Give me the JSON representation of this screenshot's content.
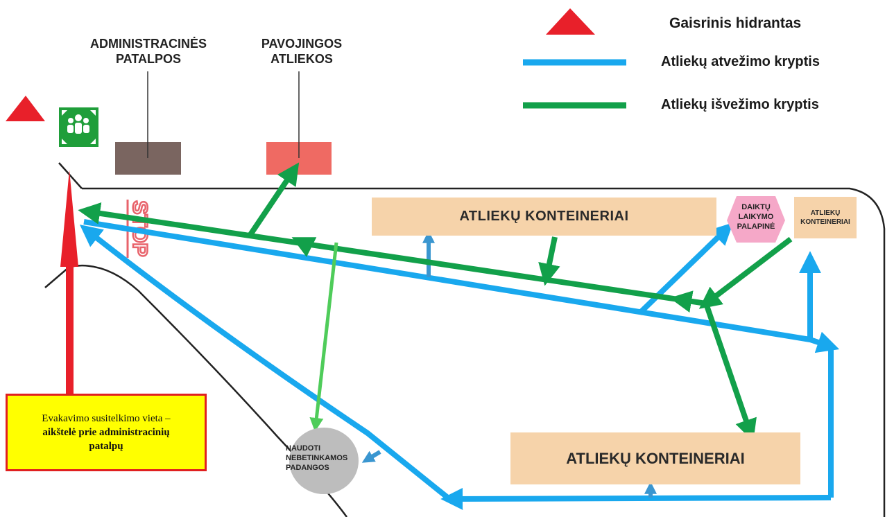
{
  "legend": {
    "hydrant_label": "Gaisrinis hidrantas",
    "inbound_label": "Atliekų atvežimo kryptis",
    "outbound_label": "Atliekų išvežimo kryptis"
  },
  "labels": {
    "admin_line1": "ADMINISTRACINĖS",
    "admin_line2": "PATALPOS",
    "hazard_line1": "PAVOJINGOS",
    "hazard_line2": "ATLIEKOS",
    "stop_sign": "STOP"
  },
  "boxes": {
    "containers_top": "ATLIEKŲ KONTEINERIAI",
    "storage_tent_line1": "DAIKTŲ",
    "storage_tent_line2": "LAIKYMO",
    "storage_tent_line3": "PALAPINĖ",
    "containers_small_line1": "ATLIEKŲ",
    "containers_small_line2": "KONTEINERIAI",
    "containers_bottom": "ATLIEKŲ KONTEINERIAI",
    "tires_line1": "NAUDOTI",
    "tires_line2": "NEBETINKAMOS",
    "tires_line3": "PADANGOS"
  },
  "evacuation": {
    "line1": "Evakavimo susitelkimo vieta –",
    "line2": "aikštelė prie administracinių",
    "line3": "patalpų"
  },
  "colors": {
    "hydrant": "#e8202a",
    "inbound": "#19a8ee",
    "outbound": "#12a04a",
    "outbound_light": "#4fcc5a",
    "container_fill": "#f6d3aa",
    "admin_building": "#7a6560",
    "hazard_building": "#ef6a63",
    "tent": "#f5a8c8",
    "tires": "#bdbdbd",
    "evac_arrow": "#e8202a",
    "assembly_sign": "#1f9e3a"
  }
}
